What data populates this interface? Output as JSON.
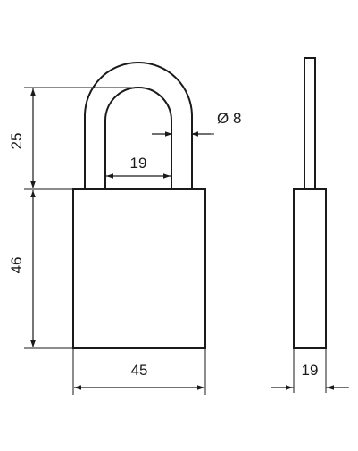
{
  "dimensions": {
    "shackle_height": "25",
    "body_height": "46",
    "body_width": "45",
    "shackle_inner_width": "19",
    "shackle_diameter": "Ø 8",
    "body_thickness": "19"
  }
}
